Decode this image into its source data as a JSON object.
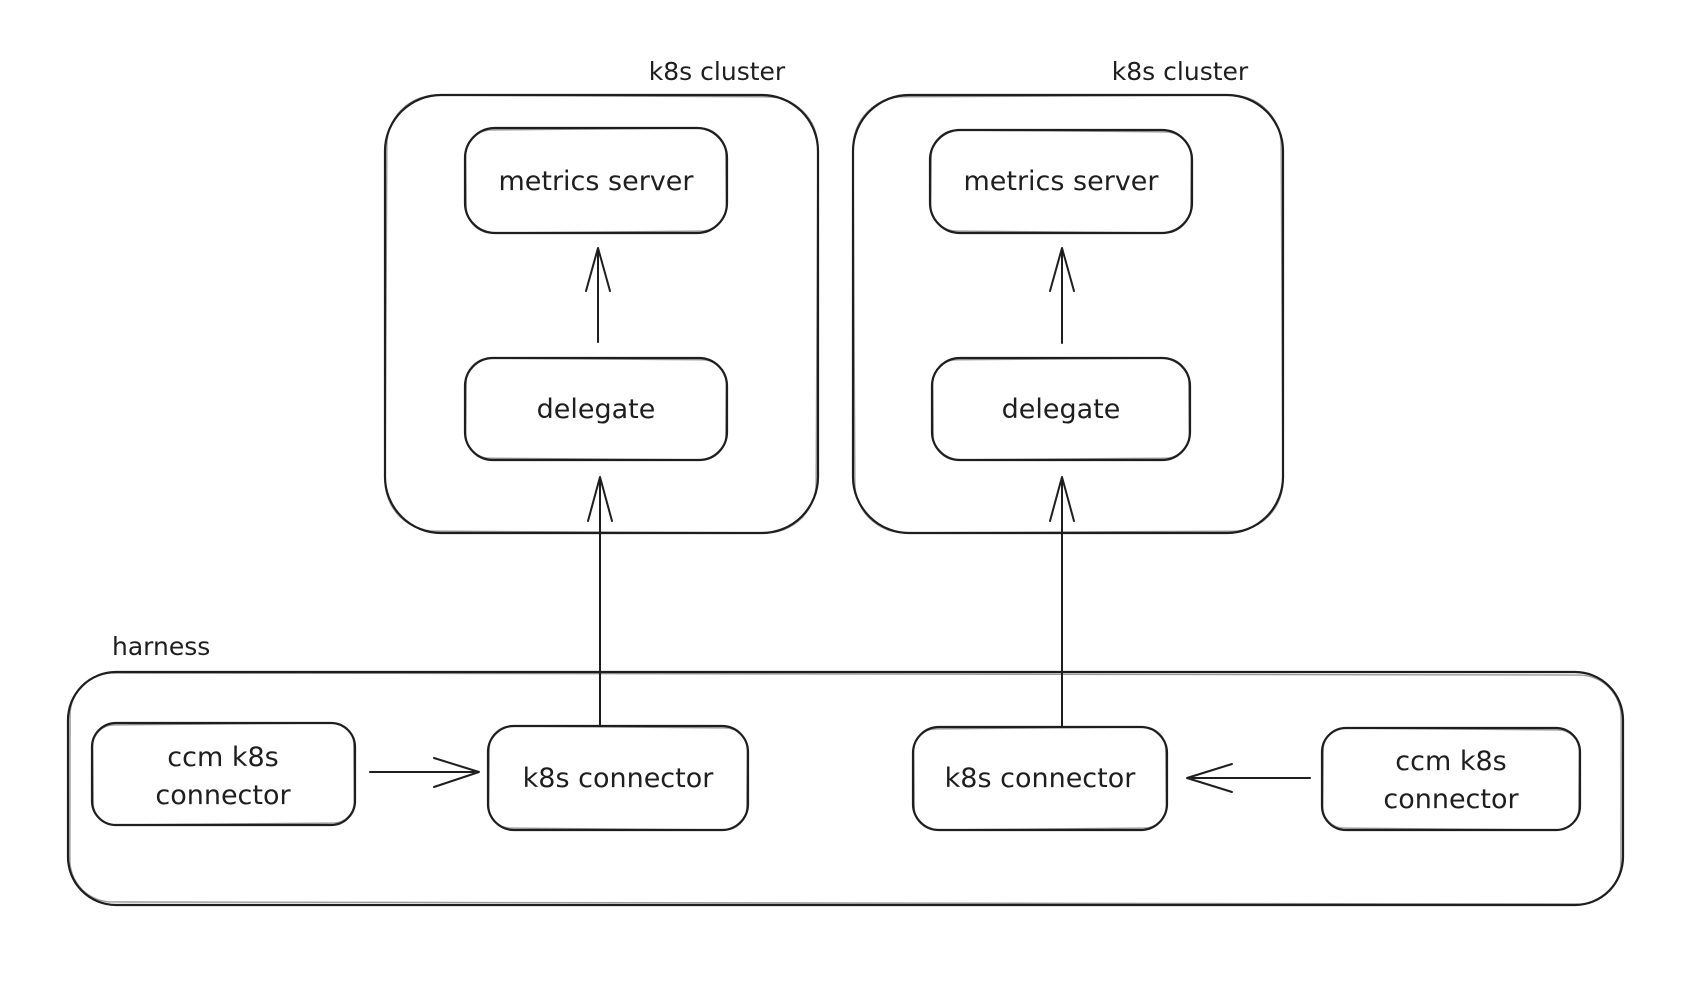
{
  "diagram": {
    "ink_color": "#1e1e1e",
    "background_color": "#ffffff",
    "clusters": [
      {
        "label": "k8s cluster",
        "nodes": {
          "metrics_server": "metrics server",
          "delegate": "delegate"
        }
      },
      {
        "label": "k8s cluster",
        "nodes": {
          "metrics_server": "metrics server",
          "delegate": "delegate"
        }
      }
    ],
    "harness": {
      "label": "harness",
      "left_pair": {
        "ccm_connector": {
          "line1": "ccm k8s",
          "line2": "connector"
        },
        "k8s_connector": "k8s connector"
      },
      "right_pair": {
        "k8s_connector": "k8s connector",
        "ccm_connector": {
          "line1": "ccm k8s",
          "line2": "connector"
        }
      }
    },
    "edges": [
      "delegate -> metrics server (cluster 1)",
      "delegate -> metrics server (cluster 2)",
      "k8s connector (left) -> delegate (cluster 1)",
      "k8s connector (right) -> delegate (cluster 2)",
      "ccm k8s connector (left) -> k8s connector (left)",
      "ccm k8s connector (right) -> k8s connector (right)"
    ]
  }
}
